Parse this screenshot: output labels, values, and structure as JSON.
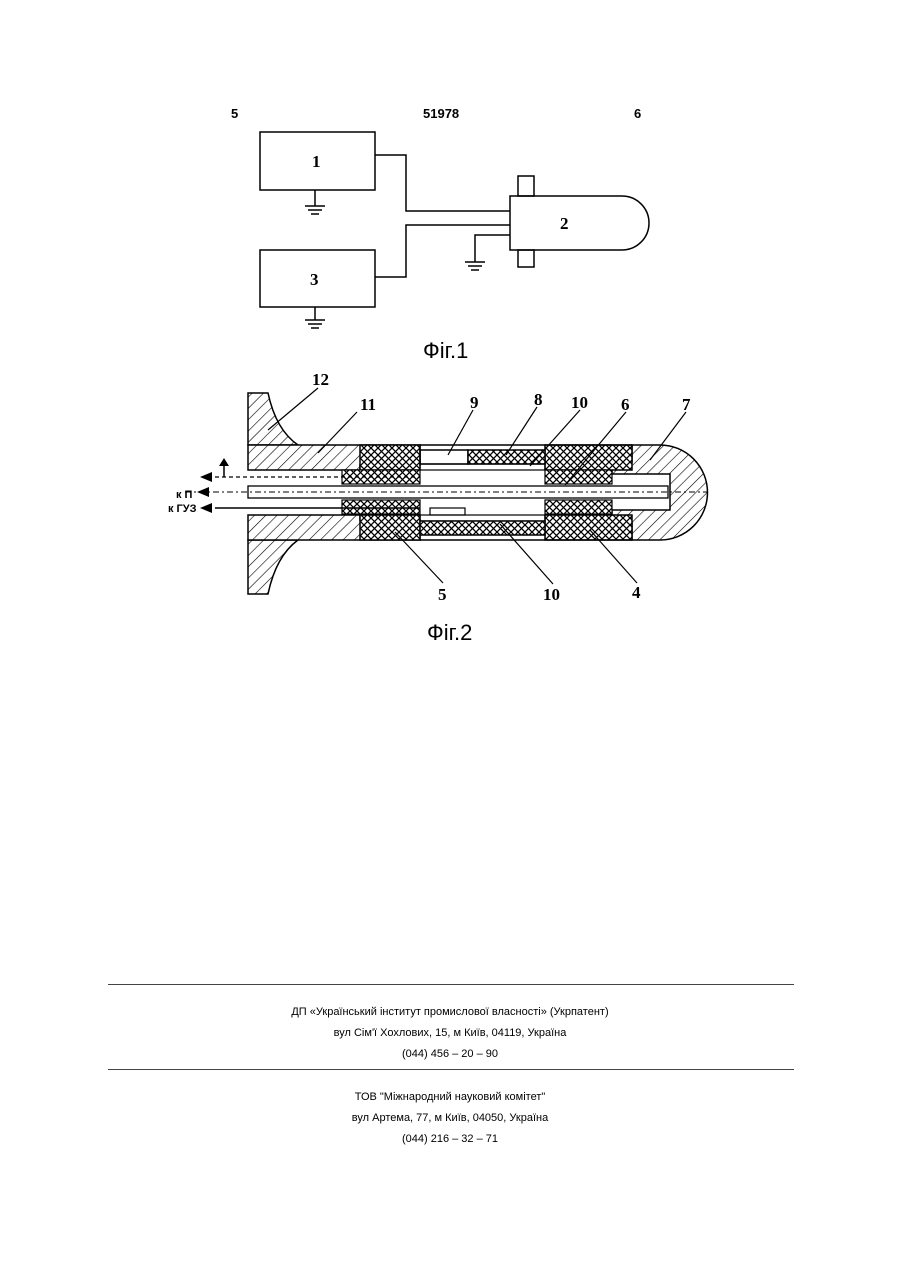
{
  "header": {
    "page_left": "5",
    "patent_number": "51978",
    "page_right": "6"
  },
  "fig1": {
    "caption": "Фіг.1",
    "block_labels": [
      "1",
      "2",
      "3"
    ]
  },
  "fig2": {
    "caption": "Фіг.2",
    "part_labels": [
      "12",
      "11",
      "9",
      "8",
      "10",
      "6",
      "7",
      "5",
      "10",
      "4"
    ],
    "output_labels": [
      "к П",
      "к ГУЗ"
    ]
  },
  "footer": {
    "org1_name": "ДП «Український інститут промислової власності» (Укрпатент)",
    "org1_address": "вул  Сім'ї Хохлових, 15, м  Київ, 04119, Україна",
    "org1_phone": "(044) 456 – 20 –  90",
    "org2_name": "ТОВ \"Міжнародний науковий комітет\"",
    "org2_address": "вул  Артема, 77, м  Київ, 04050, Україна",
    "org2_phone": "(044) 216 – 32 – 71"
  }
}
